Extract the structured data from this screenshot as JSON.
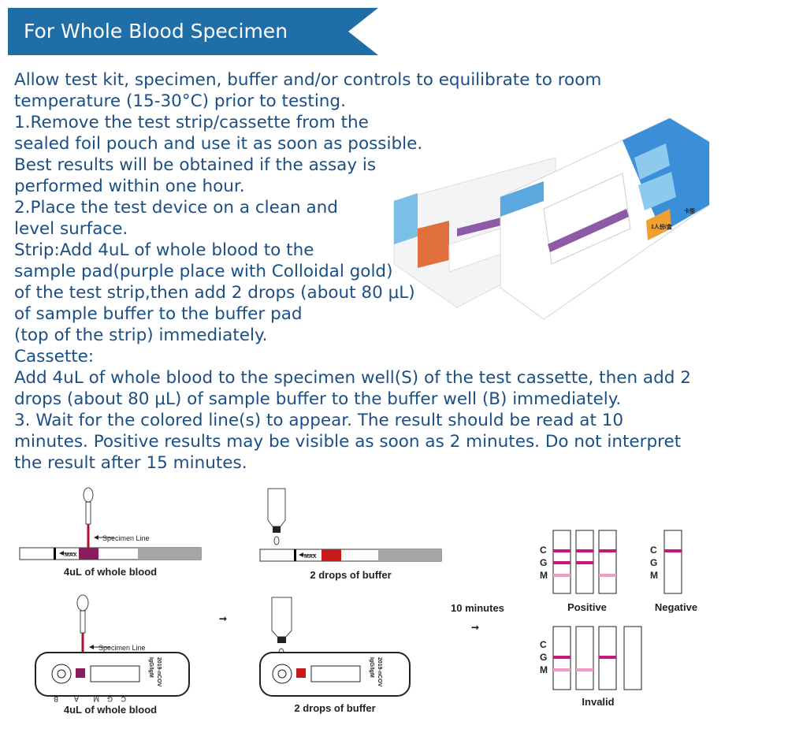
{
  "header": {
    "title": "For Whole Blood Specimen",
    "color": "#1f6ea8"
  },
  "instructions": {
    "text_color": "#1a4f86",
    "lines": [
      "   Allow test kit, specimen, buffer and/or controls to equilibrate to room",
      "temperature (15-30°C) prior to testing.",
      "1.Remove the test strip/cassette from the",
      "sealed foil pouch and use it as soon as possible.",
      "Best results will be obtained if the assay is",
      "performed within one hour.",
      "2.Place the test device on a clean and",
      "level surface.",
      "Strip:Add 4uL of whole blood to the",
      "sample pad(purple place with Colloidal gold)",
      "of the test strip,then add 2 drops (about 80 μL)",
      "of sample buffer to the buffer pad",
      "(top of the strip) immediately.",
      "Cassette:",
      "Add 4uL of whole blood to the specimen well(S) of the test cassette, then add 2",
      "drops (about 80 μL) of sample buffer to the buffer well (B) immediately.",
      "3. Wait for the colored line(s) to appear. The result should be read at 10",
      "minutes. Positive results may be visible as soon as 2 minutes. Do not interpret",
      "the result after 15 minutes."
    ]
  },
  "product_box": {
    "sticker_text": "1人份/盒",
    "corner_text": "卡型"
  },
  "diagram": {
    "specimen_line_label": "Specimen Line",
    "max_label": "MAX",
    "strip_blood_caption": "4uL of whole blood",
    "strip_buffer_caption": "2 drops of buffer",
    "cassette_blood_caption": "4uL of whole blood",
    "cassette_buffer_caption": "2 drops of buffer",
    "cassette_brand": "2019-nCOV",
    "cassette_type": "IgG/IgM",
    "cassette_letters": [
      "B",
      "A",
      "M",
      "G",
      "C"
    ],
    "wait_label": "10 minutes",
    "arrow": "➞",
    "line_letters": [
      "C",
      "G",
      "M"
    ],
    "positive_label": "Positive",
    "negative_label": "Negative",
    "invalid_label": "Invalid",
    "line_color_strong": "#c8197a",
    "line_color_faint": "#f09cc7",
    "pad_color": "#8b1d5c",
    "buffer_color": "#c81a1a"
  }
}
